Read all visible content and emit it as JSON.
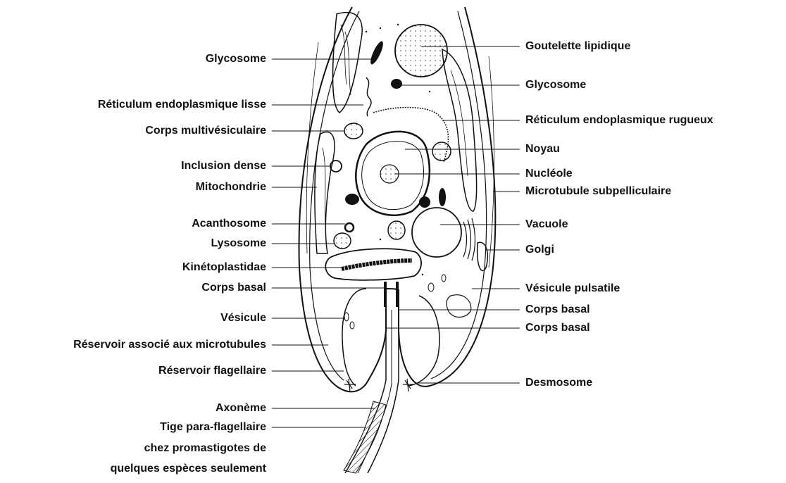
{
  "labels_left": [
    "Glycosome",
    "Réticulum endoplasmique lisse",
    "Corps multivésiculaire",
    "Inclusion dense",
    "Mitochondrie",
    "Acanthosome",
    "Lysosome",
    "Kinétoplastidae",
    "Corps basal",
    "Vésicule",
    "Réservoir associé aux microtubules",
    "Réservoir flagellaire",
    "Axonème",
    "Tige para-flagellaire"
  ],
  "labels_right": [
    "Goutelette lipidique",
    "Glycosome",
    "Réticulum endoplasmique rugueux",
    "Noyau",
    "Nucléole",
    "Microtubule subpelliculaire",
    "Vacuole",
    "Golgi",
    "Vésicule pulsatile",
    "Corps basal",
    "Corps basal",
    "Desmosome"
  ],
  "note_lines": [
    "chez promastigotes de",
    "quelques espèces seulement"
  ],
  "colors": {
    "ink": "#111111",
    "background": "#ffffff"
  }
}
